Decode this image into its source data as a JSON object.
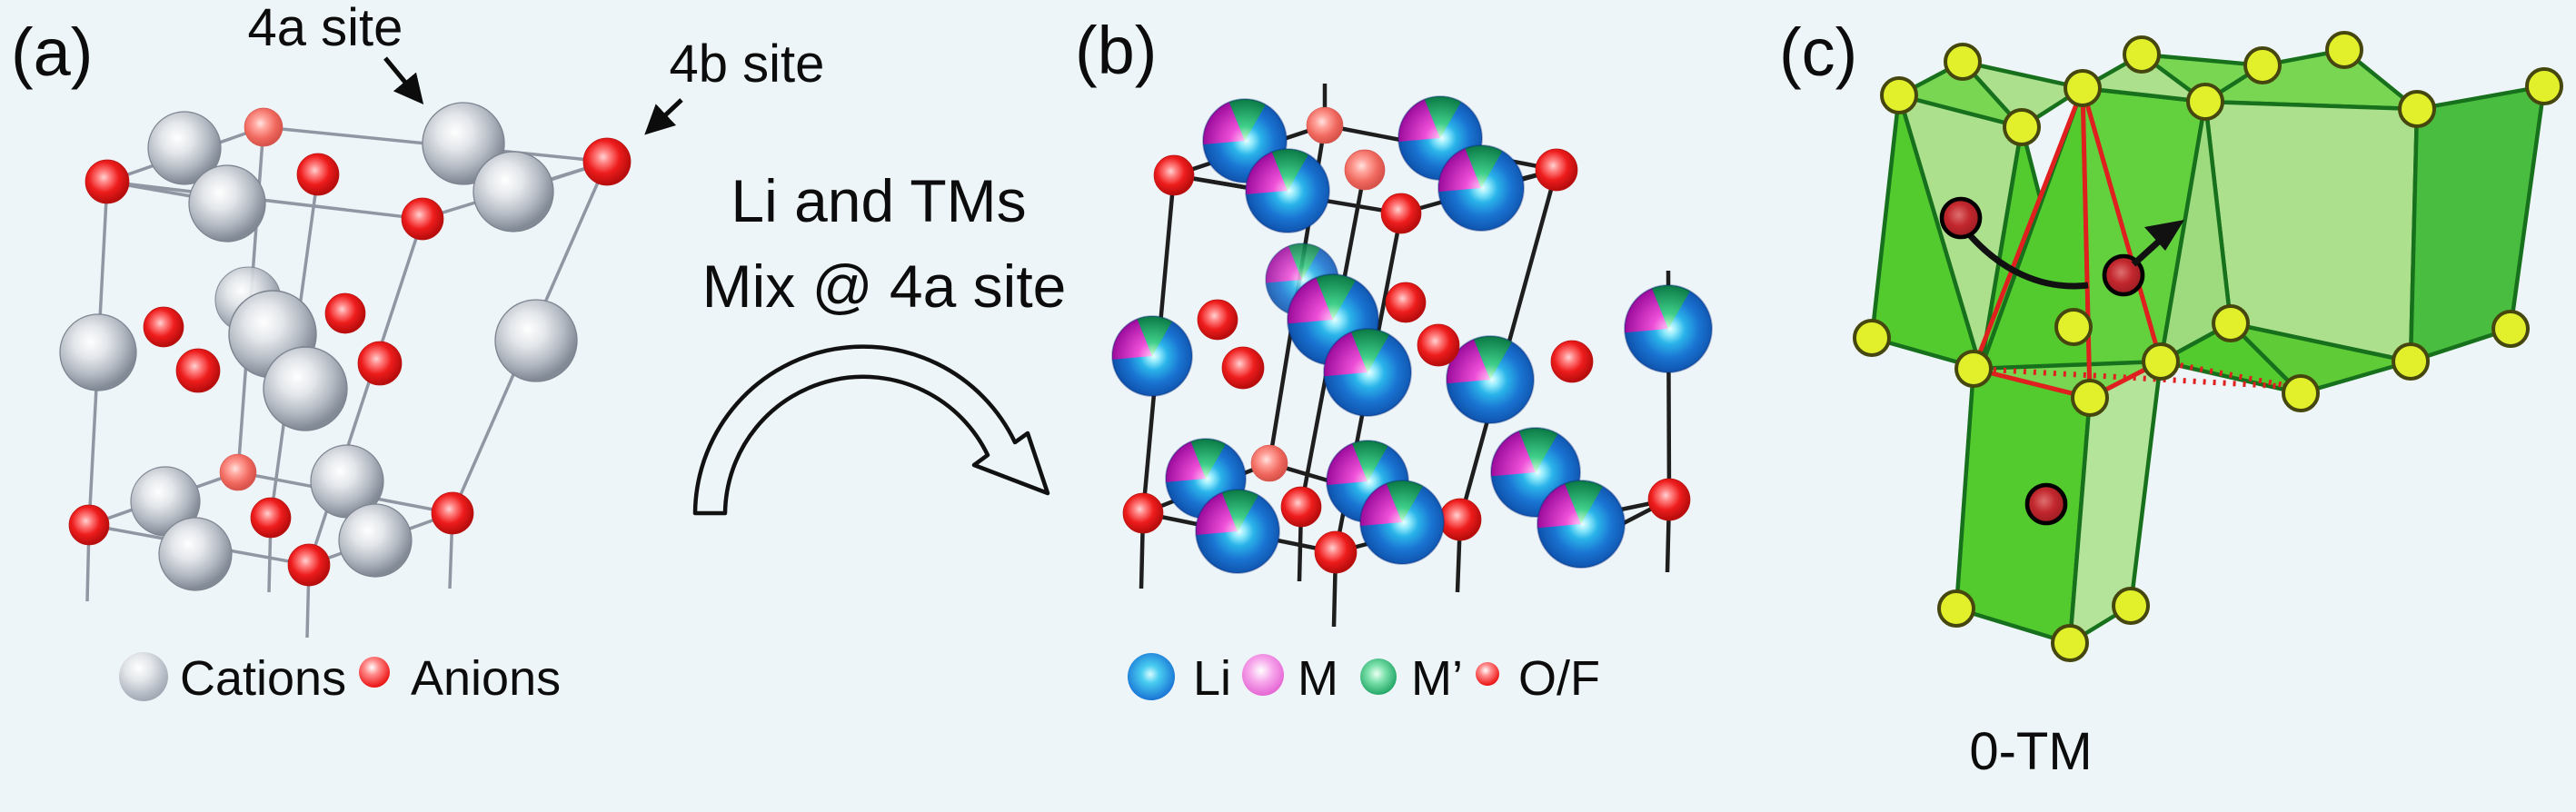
{
  "figure": {
    "background_color": "#eef5f8",
    "panel_a": {
      "label": "(a)",
      "site_4a": "4a site",
      "site_4b": "4b site",
      "structure": "rocksalt unit cell",
      "legend": [
        {
          "label": "Cations",
          "color": "#9aa1ac"
        },
        {
          "label": "Anions",
          "color": "#e32020"
        }
      ]
    },
    "transition": {
      "line1": "Li and TMs",
      "line2": "Mix @ 4a site"
    },
    "panel_b": {
      "label": "(b)",
      "structure": "cation-disordered rocksalt unit cell",
      "legend": [
        {
          "label": "Li",
          "color": "#1b78d6"
        },
        {
          "label": "M",
          "color": "#e463d3"
        },
        {
          "label": "M’",
          "color": "#1ea363"
        },
        {
          "label": "O/F",
          "color": "#e32020"
        }
      ]
    },
    "panel_c": {
      "label": "(c)",
      "caption": "0-TM",
      "structure": "0-TM tetrahedral Li migration channel between green octahedra",
      "colors": {
        "octahedron": "#53ca2e",
        "vertex": "#ebf43b",
        "atom": "#c1272d",
        "channel_lines": "#e01f1f"
      }
    }
  }
}
